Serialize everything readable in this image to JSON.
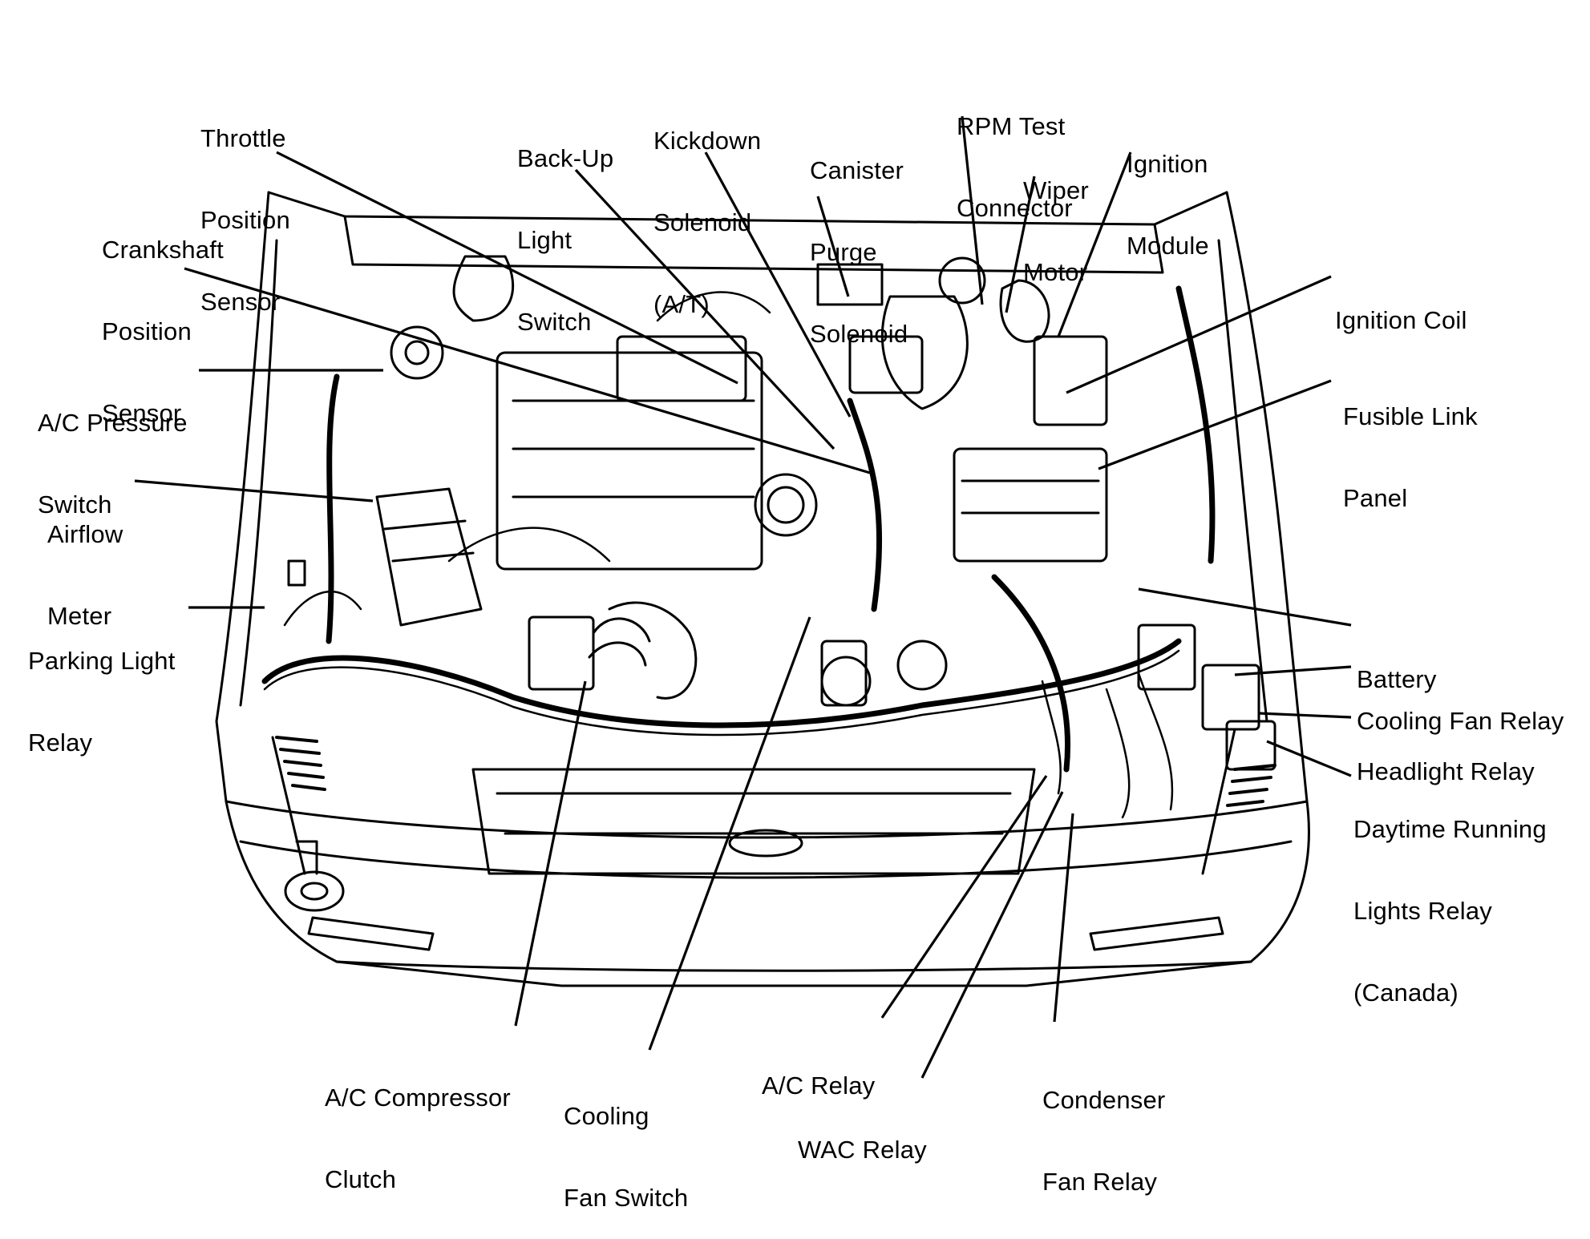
{
  "diagram": {
    "labels": {
      "throttle_position_sensor": [
        "Throttle",
        "Position",
        "Sensor"
      ],
      "back_up_light_switch": [
        "Back-Up",
        "Light",
        "Switch"
      ],
      "kickdown_solenoid": [
        "Kickdown",
        "Solenoid",
        "(A/T)"
      ],
      "canister_purge_solenoid": [
        "Canister",
        "Purge",
        "Solenoid"
      ],
      "rpm_test_connector": [
        "RPM Test",
        "Connector"
      ],
      "wiper_motor": [
        "Wiper",
        "Motor"
      ],
      "ignition_module": [
        "Ignition",
        "Module"
      ],
      "crankshaft_position_sensor": [
        "Crankshaft",
        "Position",
        "Sensor"
      ],
      "ignition_coil": [
        "Ignition Coil"
      ],
      "fusible_link_panel": [
        "Fusible Link",
        "Panel"
      ],
      "ac_pressure_switch": [
        "A/C Pressure",
        "Switch"
      ],
      "airflow_meter": [
        "Airflow",
        "Meter"
      ],
      "parking_light_relay": [
        "Parking Light",
        "Relay"
      ],
      "battery": [
        "Battery"
      ],
      "cooling_fan_relay": [
        "Cooling Fan Relay"
      ],
      "headlight_relay": [
        "Headlight Relay"
      ],
      "daytime_running_lights_relay": [
        "Daytime Running",
        "Lights Relay",
        "(Canada)"
      ],
      "ac_compressor_clutch": [
        "A/C Compressor",
        "Clutch"
      ],
      "cooling_fan_switch": [
        "Cooling",
        "Fan Switch"
      ],
      "ac_relay": [
        "A/C Relay"
      ],
      "wac_relay": [
        "WAC Relay"
      ],
      "condenser_fan_relay": [
        "Condenser",
        "Fan Relay"
      ]
    }
  }
}
